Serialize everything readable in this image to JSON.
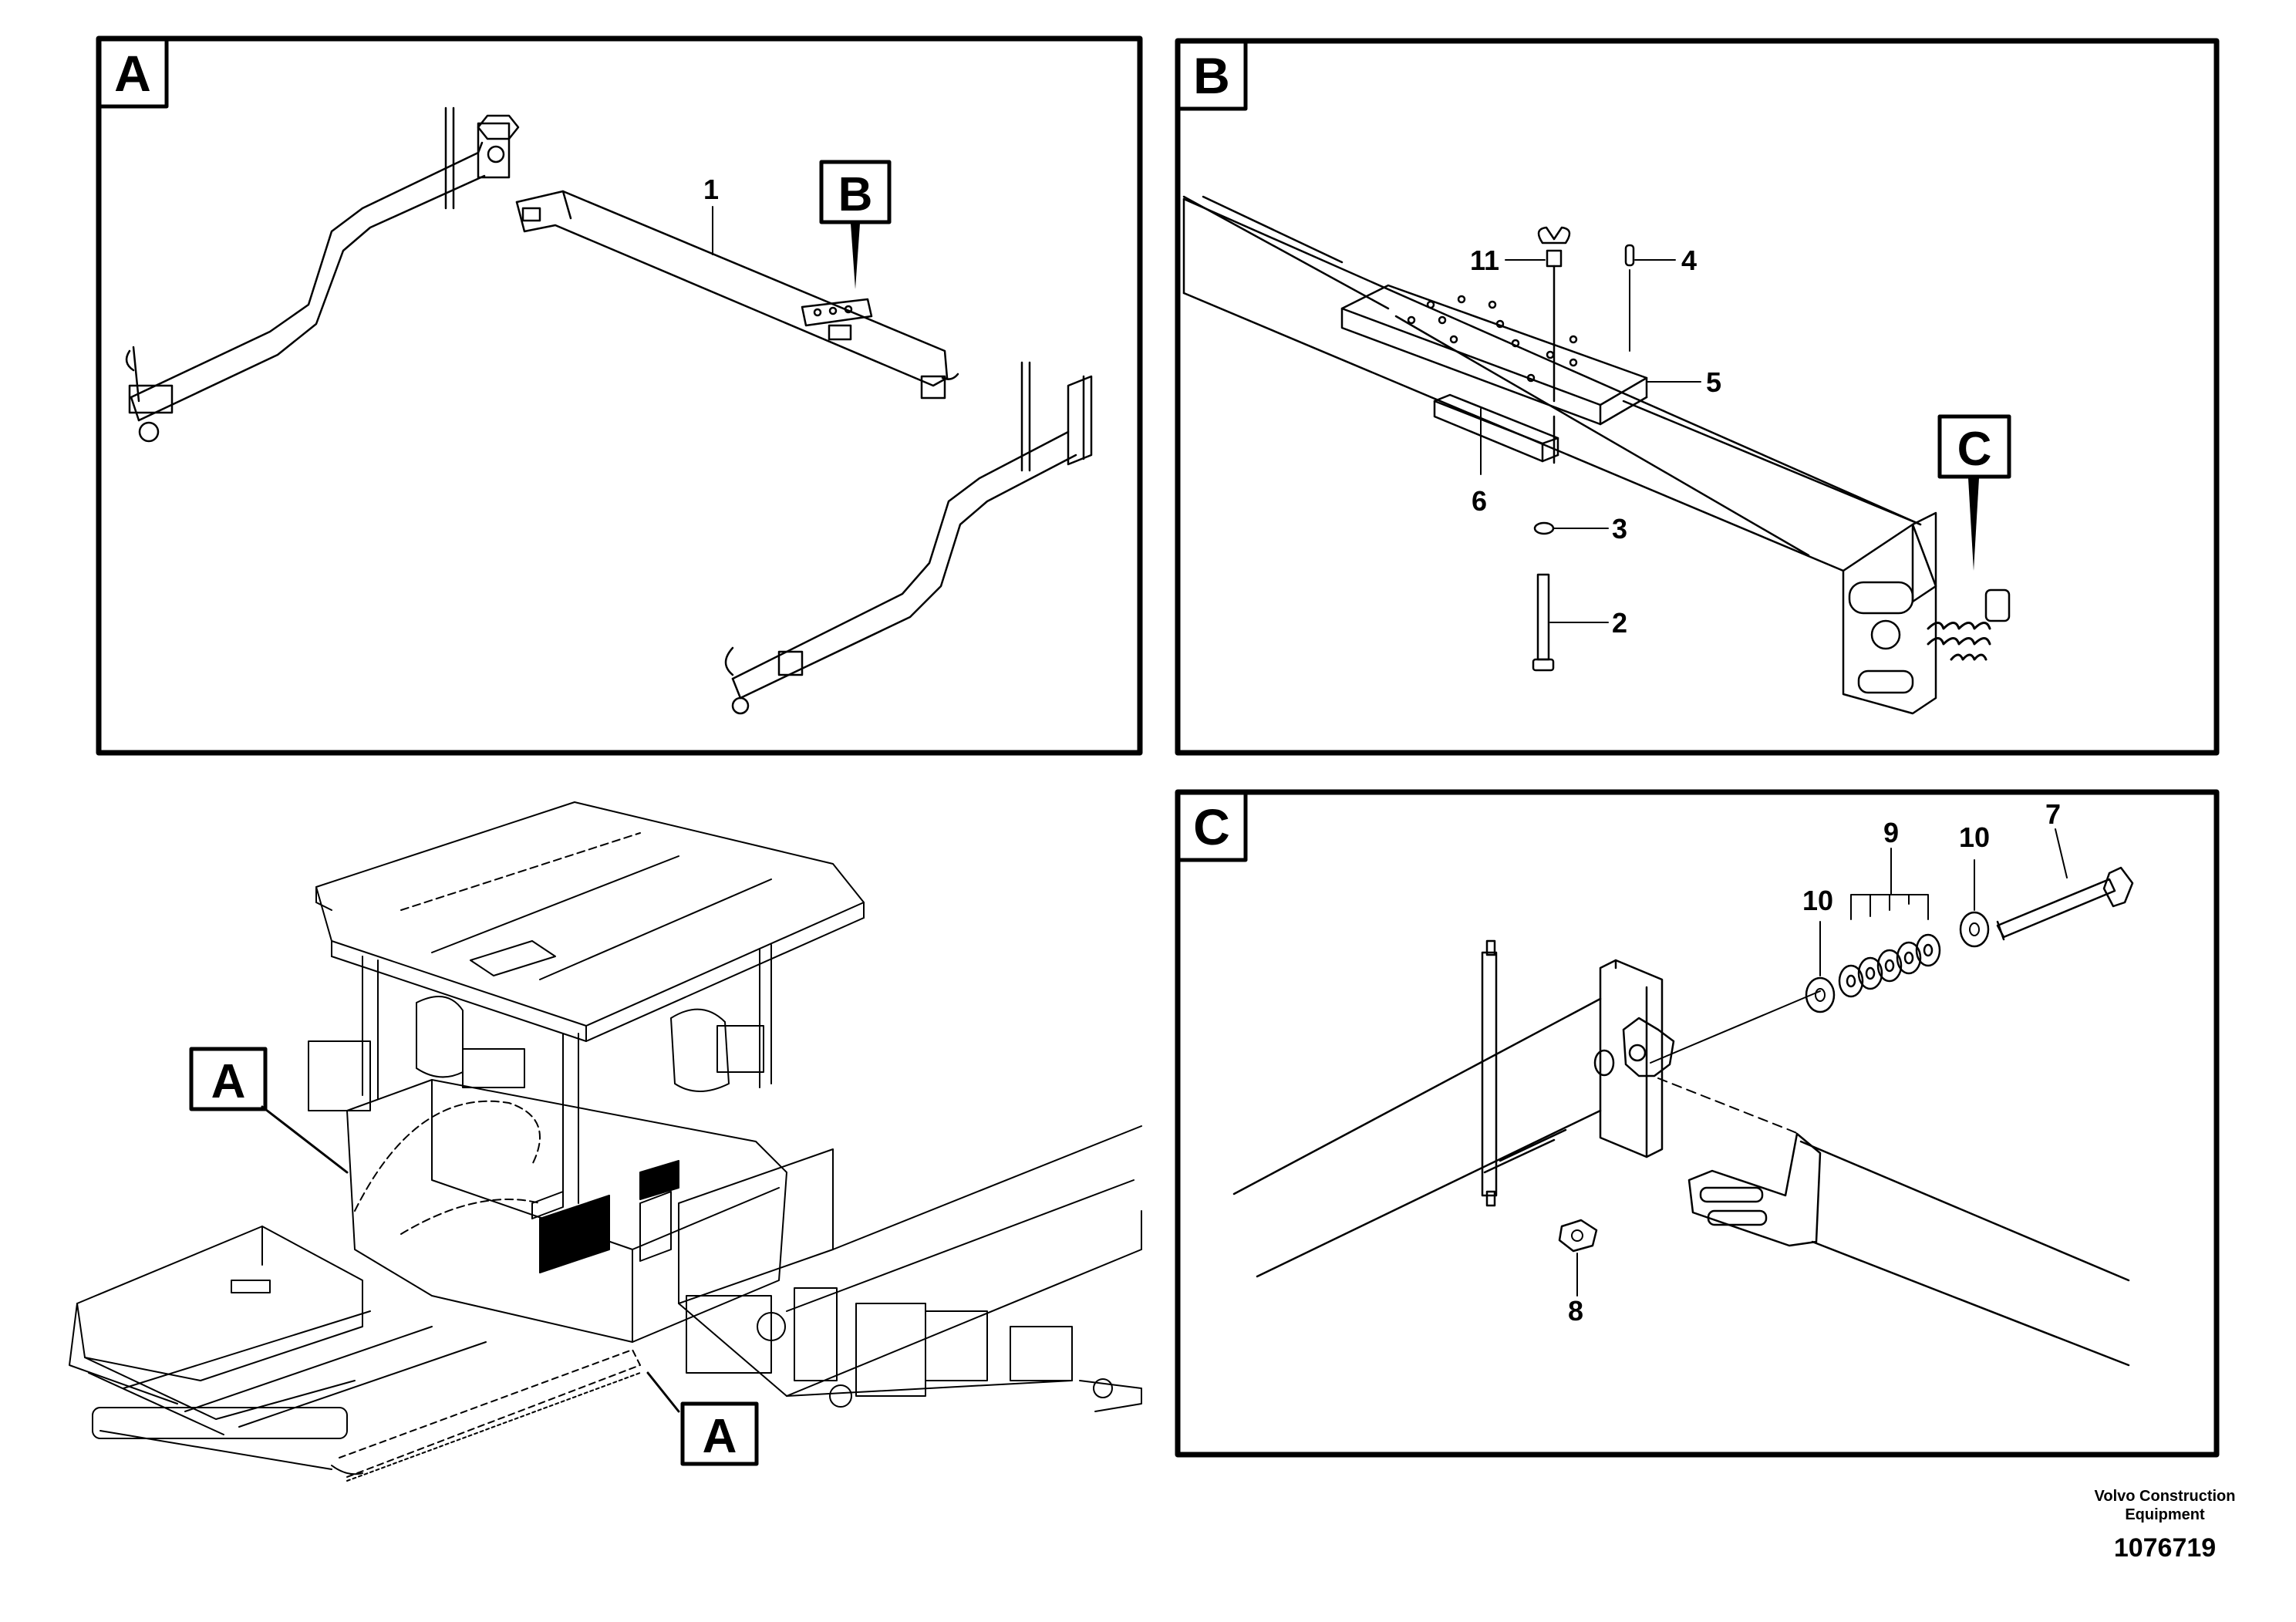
{
  "panels": {
    "a": {
      "letter": "A",
      "part_labels": {
        "p1": "1"
      },
      "callout": "B"
    },
    "b": {
      "letter": "B",
      "part_labels": {
        "p11": "11",
        "p4": "4",
        "p5": "5",
        "p6": "6",
        "p3": "3",
        "p2": "2"
      },
      "callout": "C"
    },
    "c": {
      "letter": "C",
      "part_labels": {
        "p7": "7",
        "p9": "9",
        "p10a": "10",
        "p10b": "10",
        "p8": "8"
      }
    }
  },
  "overview": {
    "callout_upper": "A",
    "callout_lower": "A"
  },
  "footer": {
    "brand": "Volvo Construction Equipment",
    "doc_number": "1076719"
  }
}
